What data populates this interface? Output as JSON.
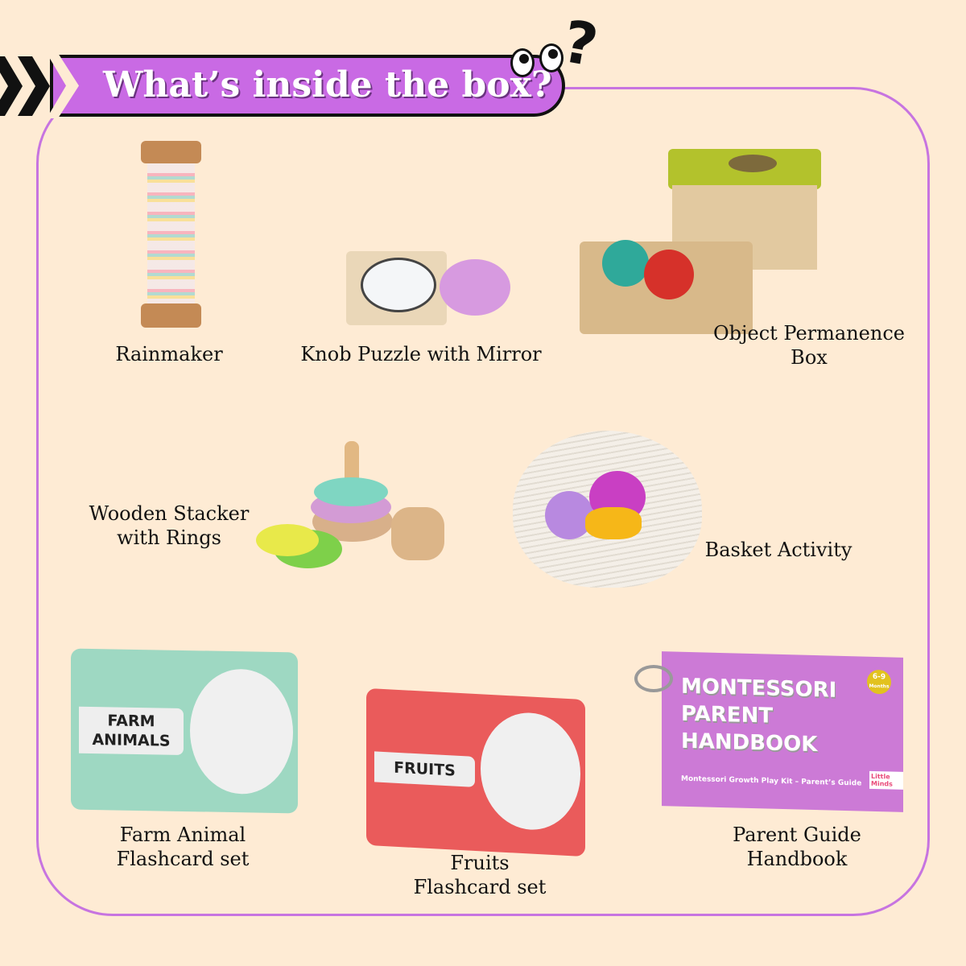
{
  "header": {
    "title": "What’s inside the box?"
  },
  "items": [
    {
      "label_lines": [
        "Rainmaker"
      ]
    },
    {
      "label_lines": [
        "Knob Puzzle with Mirror"
      ]
    },
    {
      "label_lines": [
        "Object Permanence",
        "Box"
      ]
    },
    {
      "label_lines": [
        "Wooden Stacker",
        "with Rings"
      ]
    },
    {
      "label_lines": [
        "Basket Activity"
      ]
    },
    {
      "label_lines": [
        "Farm Animal",
        "Flashcard set"
      ],
      "card_text": [
        "FARM",
        "ANIMALS"
      ]
    },
    {
      "label_lines": [
        "Fruits",
        "Flashcard set"
      ],
      "card_text": [
        "FRUITS"
      ]
    },
    {
      "label_lines": [
        "Parent Guide",
        "Handbook"
      ],
      "cover_title": [
        "MONTESSORI",
        "PARENT HANDBOOK"
      ],
      "badge": [
        "6-9",
        "Months"
      ],
      "subtitle": "Montessori Growth Play Kit – Parent’s Guide",
      "brand": "Little Minds"
    }
  ],
  "colors": {
    "background": "#feebd4",
    "accent": "#c96ae4"
  }
}
